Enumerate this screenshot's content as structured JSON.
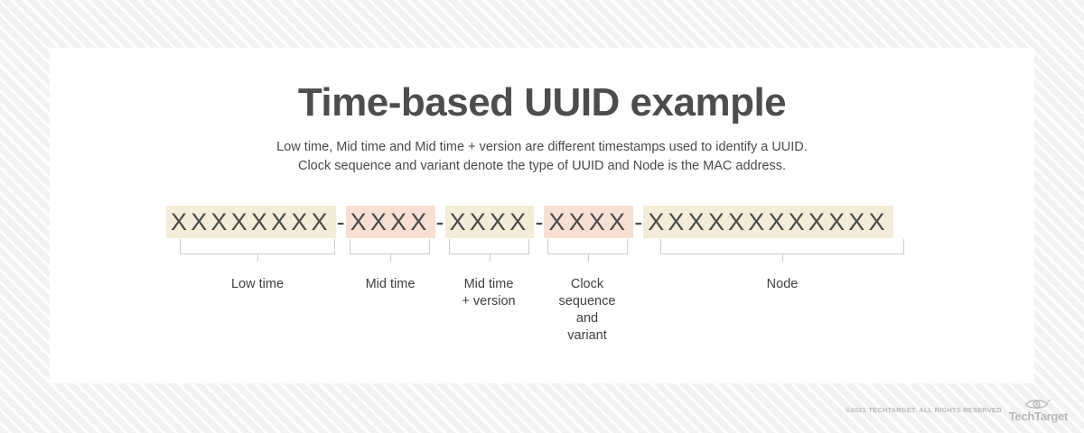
{
  "title": "Time-based UUID example",
  "subtitle": {
    "line1": "Low time, Mid time and Mid time + version are different timestamps used to identify a UUID.",
    "line2": "Clock sequence and variant denote the type of UUID and Node is the MAC address."
  },
  "diagram": {
    "separator": "-",
    "segments": [
      {
        "chars": "XXXXXXXX",
        "count": 8,
        "color": "#f2ecd9",
        "tone": "cream",
        "label": "Low time"
      },
      {
        "chars": "XXXX",
        "count": 4,
        "color": "#f7dfd4",
        "tone": "pink",
        "label": "Mid time"
      },
      {
        "chars": "XXXX",
        "count": 4,
        "color": "#f2ecd9",
        "tone": "cream",
        "label": "Mid time\n+ version"
      },
      {
        "chars": "XXXX",
        "count": 4,
        "color": "#f7dfd4",
        "tone": "pink",
        "label": "Clock\nsequence\nand\nvariant"
      },
      {
        "chars": "XXXXXXXXXXXX",
        "count": 12,
        "color": "#f2ecd9",
        "tone": "cream",
        "label": "Node"
      }
    ]
  },
  "footer": {
    "copyright": "©2021 TECHTARGET. ALL RIGHTS RESERVED",
    "brand": "TechTarget",
    "logo_icon": "eye-icon"
  },
  "colors": {
    "cream": "#f2ecd9",
    "pink": "#f7dfd4",
    "text_dark": "#4a4a4a",
    "title": "#4d4d4d",
    "bracket": "#cccccc",
    "footer_gray": "#b6b8bb",
    "stripe": "#f2f2f2"
  }
}
